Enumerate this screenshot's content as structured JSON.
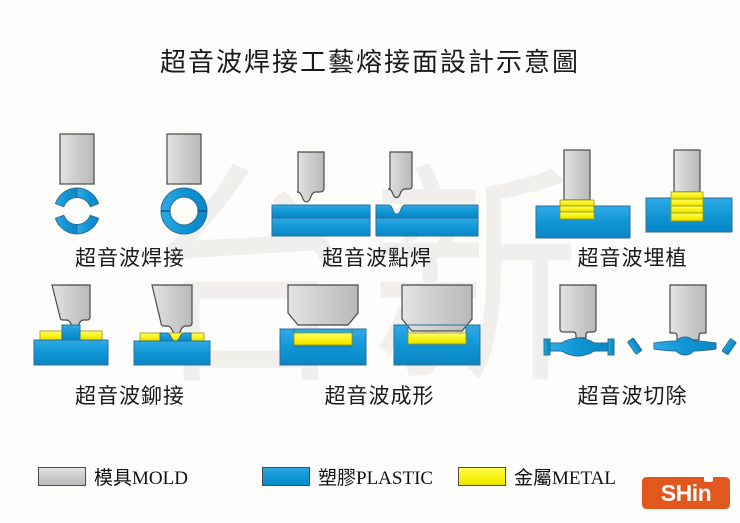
{
  "document": {
    "title": "超音波焊接工藝熔接面設計示意圖",
    "watermark_text": "台新"
  },
  "colors": {
    "background": "#fdfdfb",
    "mold_gray": "#cfcfcf",
    "mold_gray_dark": "#bdbdbd",
    "plastic_blue": "#0f95d4",
    "plastic_blue_light": "#2aa6e2",
    "metal_yellow": "#f5ee00",
    "metal_yellow_light": "#ffff4d",
    "outline": "#4a4a4a",
    "text": "#1a1a1a",
    "logo_orange": "#e2571e",
    "watermark": "#f0efec"
  },
  "processes": [
    {
      "id": "ultrasonic-welding",
      "caption": "超音波焊接",
      "before_state": "split-ring",
      "after_state": "joined-ring"
    },
    {
      "id": "ultrasonic-spot-welding",
      "caption": "超音波點焊",
      "before_state": "horn-above-sheets",
      "after_state": "horn-pressed-into-sheets"
    },
    {
      "id": "ultrasonic-insertion",
      "caption": "超音波埋植",
      "before_state": "insert-on-surface",
      "after_state": "insert-embedded"
    },
    {
      "id": "ultrasonic-riveting",
      "caption": "超音波鉚接",
      "before_state": "boss-upright",
      "after_state": "boss-flattened"
    },
    {
      "id": "ultrasonic-forming",
      "caption": "超音波成形",
      "before_state": "horn-above-channel",
      "after_state": "horn-seated-in-channel"
    },
    {
      "id": "ultrasonic-cutting",
      "caption": "超音波切除",
      "before_state": "part-with-flash",
      "after_state": "flash-trimmed"
    }
  ],
  "legend": {
    "items": [
      {
        "label": "模具MOLD",
        "swatch": "mold"
      },
      {
        "label": "塑膠PLASTIC",
        "swatch": "plastic"
      },
      {
        "label": "金屬METAL",
        "swatch": "metal"
      }
    ]
  },
  "logo": {
    "text": "SHin"
  }
}
